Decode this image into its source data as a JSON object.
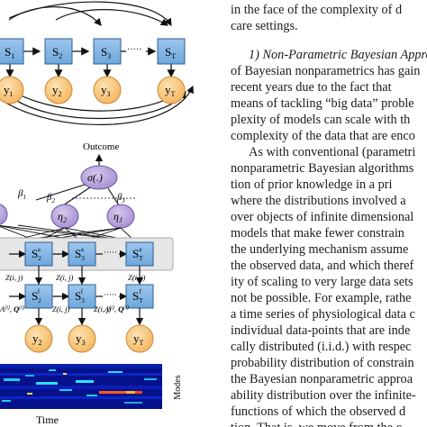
{
  "figure": {
    "top_model": {
      "states": [
        "S",
        "S",
        "S",
        "S"
      ],
      "state_subscripts": [
        "1",
        "2",
        "3",
        "T"
      ],
      "observations": [
        "y",
        "y",
        "y",
        "y"
      ],
      "obs_subscripts": [
        "1",
        "2",
        "3",
        "T"
      ],
      "dots": "·····"
    },
    "middle_model": {
      "outcome_label": "Outcome",
      "sigma_label": "σ(.)",
      "etas": [
        "η",
        "η"
      ],
      "eta_subscripts": [
        "2",
        "J"
      ],
      "betas": [
        "β",
        "β",
        "β"
      ],
      "beta_subscripts": [
        "1",
        "2",
        "J"
      ],
      "upper_states": [
        "S",
        "S",
        "S"
      ],
      "upper_subscripts": [
        "2",
        "3",
        "T"
      ],
      "upper_superscript": "a",
      "z_labels": [
        "Z(i, j)",
        "Z(i, j)",
        "Z(i, j)"
      ],
      "lower_states": [
        "S",
        "S",
        "S"
      ],
      "lower_subscripts": [
        "2",
        "3",
        "T"
      ],
      "lower_superscript": "f",
      "z_lower_labels": [
        "Z(i, j)",
        "Z(i, j)"
      ],
      "a_labels": [
        "A",
        "A"
      ],
      "a_superscripts": [
        "(i)",
        "(i)"
      ],
      "q_labels": [
        "Q",
        "Q"
      ],
      "q_superscripts": [
        "(i)",
        "(i)"
      ],
      "observations": [
        "y",
        "y",
        "y"
      ],
      "obs_subscripts": [
        "2",
        "3",
        "T"
      ],
      "dots": "·····"
    },
    "heatmap": {
      "xlabel": "Time",
      "ylabel": "Modes"
    }
  },
  "text_lines": [
    "in the face of the complexity of d",
    "care settings.",
    "",
    "1) Non-Parametric Bayesian Appro",
    "of Bayesian nonparametrics has gain",
    "recent years due to the fact that",
    "means of tackling “big data” proble",
    "plexity of models can scale with th",
    "complexity of the data that are enco",
    "As with conventional (parametri",
    "nonparametric Bayesian algorithms",
    "tion of prior knowledge in a pri",
    "where the distributions involved a",
    "over objects of infinite dimensional",
    "models that make fewer constrain",
    "the underlying mechanism assume",
    "the observed data, and which theref",
    "ity of scaling to very large data sets",
    "not be possible. For example, rathe",
    "a time series of physiological data c",
    "individual data-points that are inde",
    "cally distributed (i.i.d.) with respec",
    "probability distribution of constrain",
    "the Bayesian nonparametric approa",
    "ability distribution over the infinite-",
    "functions of which the observed d",
    "tion. That is, we move from the c"
  ]
}
